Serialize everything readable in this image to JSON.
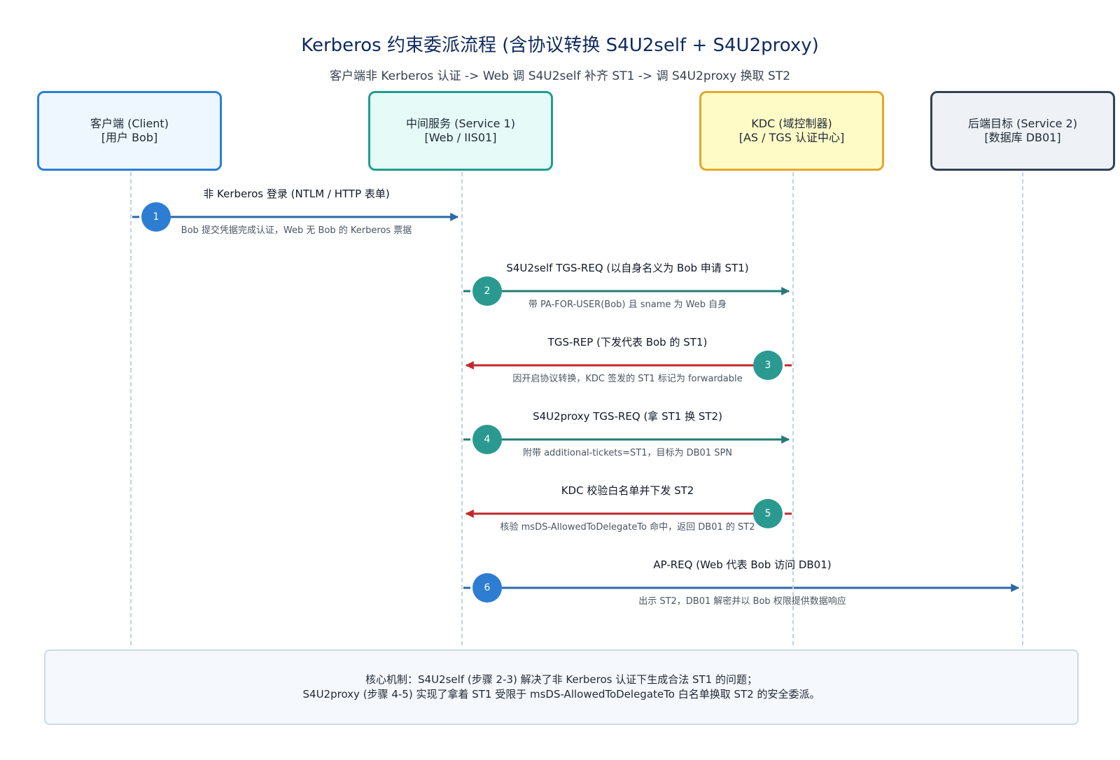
{
  "title": "Kerberos 约束委派流程 (含协议转换 S4U2self + S4U2proxy)",
  "subtitle": "客户端非 Kerberos 认证 -> Web 调 S4U2self 补齐 ST1 -> 调 S4U2proxy 换取 ST2",
  "actors": [
    {
      "line1": "客户端 (Client)",
      "line2": "[用户 Bob]"
    },
    {
      "line1": "中间服务 (Service 1)",
      "line2": "[Web / IIS01]"
    },
    {
      "line1": "KDC (域控制器)",
      "line2": "[AS / TGS 认证中心]"
    },
    {
      "line1": "后端目标 (Service 2)",
      "line2": "[数据库 DB01]"
    }
  ],
  "steps": [
    {
      "number": "1",
      "from": 0,
      "to": 1,
      "label": "非 Kerberos 登录 (NTLM / HTTP 表单)",
      "detail": "Bob 提交凭据完成认证，Web 无 Bob 的 Kerberos 票据"
    },
    {
      "number": "2",
      "from": 1,
      "to": 2,
      "label": "S4U2self TGS-REQ (以自身名义为 Bob 申请 ST1)",
      "detail": "带 PA-FOR-USER(Bob) 且 sname 为 Web 自身"
    },
    {
      "number": "3",
      "from": 2,
      "to": 1,
      "label": "TGS-REP (下发代表 Bob 的 ST1)",
      "detail": "因开启协议转换，KDC 签发的 ST1 标记为 forwardable"
    },
    {
      "number": "4",
      "from": 1,
      "to": 2,
      "label": "S4U2proxy TGS-REQ (拿 ST1 换 ST2)",
      "detail": "附带 additional-tickets=ST1，目标为 DB01 SPN"
    },
    {
      "number": "5",
      "from": 2,
      "to": 1,
      "label": "KDC 校验白名单并下发 ST2",
      "detail": "核验 msDS-AllowedToDelegateTo 命中，返回 DB01 的 ST2"
    },
    {
      "number": "6",
      "from": 1,
      "to": 3,
      "label": "AP-REQ (Web 代表 Bob 访问 DB01)",
      "detail": "出示 ST2，DB01 解密并以 Bob 权限提供数据响应"
    }
  ],
  "note": {
    "line1": "核心机制：S4U2self (步骤 2-3) 解决了非 Kerberos 认证下生成合法 ST1 的问题；",
    "line2": "S4U2proxy (步骤 4-5) 实现了拿着 ST1 受限于 msDS-AllowedToDelegateTo 白名单换取 ST2 的安全委派。"
  },
  "colors": {
    "client_border": "#2a7fd4",
    "client_fill": "#eef7ff",
    "service_border": "#1f9e8e",
    "service_fill": "#e6fbf7",
    "kdc_border": "#e3a82b",
    "kdc_fill": "#fffbc7",
    "backend_border": "#334155",
    "backend_fill": "#eef2f6",
    "blue_arrow": "#2a69ab",
    "teal_arrow": "#247a74",
    "red_arrow": "#c2282c",
    "blue_badge": "#2d7dd2",
    "teal_badge": "#2a9a90"
  }
}
